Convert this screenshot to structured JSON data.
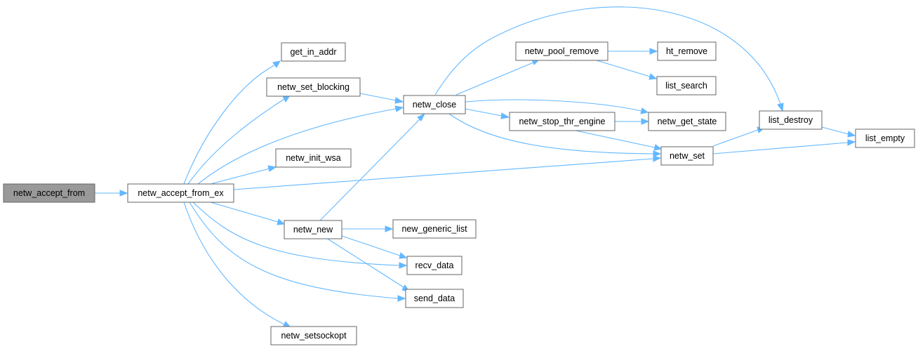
{
  "colors": {
    "edge": "#63b8ff",
    "node_border": "#666666",
    "root_fill": "#999999",
    "node_fill": "#ffffff"
  },
  "nodes": {
    "netw_accept_from": "netw_accept_from",
    "netw_accept_from_ex": "netw_accept_from_ex",
    "get_in_addr": "get_in_addr",
    "netw_set_blocking": "netw_set_blocking",
    "netw_close": "netw_close",
    "netw_init_wsa": "netw_init_wsa",
    "netw_new": "netw_new",
    "new_generic_list": "new_generic_list",
    "recv_data": "recv_data",
    "send_data": "send_data",
    "netw_setsockopt": "netw_setsockopt",
    "netw_pool_remove": "netw_pool_remove",
    "ht_remove": "ht_remove",
    "list_search": "list_search",
    "netw_stop_thr_engine": "netw_stop_thr_engine",
    "netw_get_state": "netw_get_state",
    "netw_set": "netw_set",
    "list_destroy": "list_destroy",
    "list_empty": "list_empty"
  },
  "edges": [
    [
      "netw_accept_from",
      "netw_accept_from_ex"
    ],
    [
      "netw_accept_from_ex",
      "get_in_addr"
    ],
    [
      "netw_accept_from_ex",
      "netw_set_blocking"
    ],
    [
      "netw_accept_from_ex",
      "netw_close"
    ],
    [
      "netw_accept_from_ex",
      "netw_init_wsa"
    ],
    [
      "netw_accept_from_ex",
      "netw_set"
    ],
    [
      "netw_accept_from_ex",
      "netw_new"
    ],
    [
      "netw_accept_from_ex",
      "recv_data"
    ],
    [
      "netw_accept_from_ex",
      "send_data"
    ],
    [
      "netw_accept_from_ex",
      "netw_setsockopt"
    ],
    [
      "netw_set_blocking",
      "netw_close"
    ],
    [
      "netw_new",
      "netw_close"
    ],
    [
      "netw_new",
      "new_generic_list"
    ],
    [
      "netw_new",
      "recv_data"
    ],
    [
      "netw_new",
      "send_data"
    ],
    [
      "netw_close",
      "netw_pool_remove"
    ],
    [
      "netw_close",
      "netw_get_state"
    ],
    [
      "netw_close",
      "netw_stop_thr_engine"
    ],
    [
      "netw_close",
      "netw_set"
    ],
    [
      "netw_close",
      "list_destroy"
    ],
    [
      "netw_pool_remove",
      "ht_remove"
    ],
    [
      "netw_pool_remove",
      "list_search"
    ],
    [
      "netw_stop_thr_engine",
      "netw_get_state"
    ],
    [
      "netw_stop_thr_engine",
      "netw_set"
    ],
    [
      "netw_set",
      "list_destroy"
    ],
    [
      "netw_set",
      "list_empty"
    ],
    [
      "list_destroy",
      "list_empty"
    ]
  ]
}
